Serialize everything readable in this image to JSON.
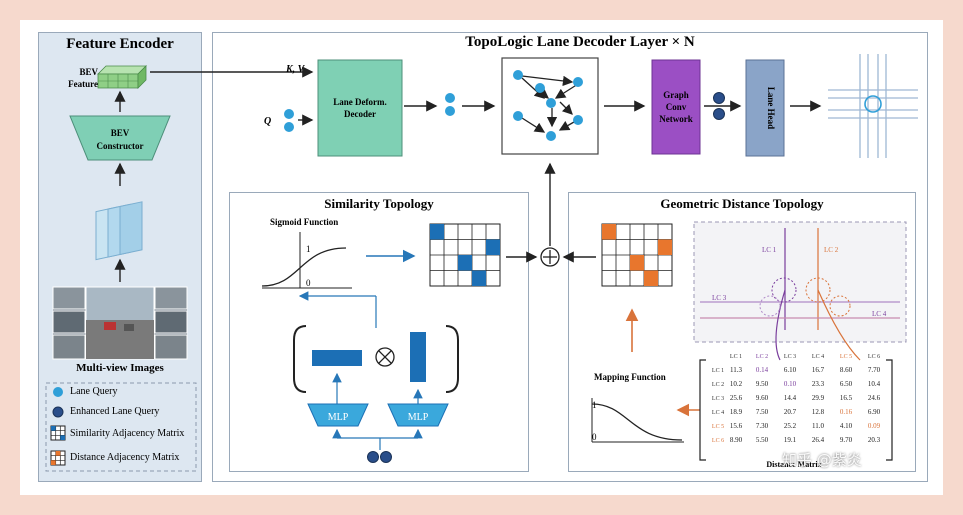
{
  "feature_encoder": {
    "title": "Feature Encoder",
    "bev_feature": "BEV\nFeature",
    "bev_constructor": "BEV\nConstructor",
    "multiview_label": "Multi-view Images"
  },
  "legend": {
    "lane_query": "Lane Query",
    "enhanced_lane_query": "Enhanced Lane Query",
    "similarity_matrix": "Similarity Adjacency Matrix",
    "distance_matrix": "Distance Adjacency Matrix"
  },
  "decoder": {
    "title": "TopoLogic Lane Decoder Layer × N",
    "kv_label": "K, V",
    "query_label": "Q",
    "lane_deform": "Lane Deform.\nDecoder",
    "graph_conv": "Graph\nConv\nNetwork",
    "lane_head": "Lane Head"
  },
  "similarity": {
    "title": "Similarity Topology",
    "sigmoid_label": "Sigmoid Function",
    "axis_one": "1",
    "axis_zero": "0",
    "mlp_left": "MLP",
    "mlp_right": "MLP"
  },
  "geometric": {
    "title": "Geometric Distance Topology",
    "mapping_label": "Mapping Function",
    "axis_one": "1",
    "axis_zero": "0",
    "matrix_caption": "Distance Matrix",
    "lane_labels": [
      "LC 1",
      "LC 2",
      "LC 3",
      "LC 4"
    ],
    "col_headers": [
      "LC 1",
      "LC 2",
      "LC 3",
      "LC 4",
      "LC 5",
      "LC 6"
    ],
    "row_headers": [
      "LC 1",
      "LC 2",
      "LC 3",
      "LC 4",
      "LC 5",
      "LC 6"
    ],
    "rows": [
      [
        "11.3",
        "0.14",
        "6.10",
        "16.7",
        "8.60",
        "7.70"
      ],
      [
        "10.2",
        "9.50",
        "0.10",
        "23.3",
        "6.50",
        "10.4"
      ],
      [
        "25.6",
        "9.60",
        "14.4",
        "29.9",
        "16.5",
        "24.6"
      ],
      [
        "18.9",
        "7.50",
        "20.7",
        "12.8",
        "0.16",
        "6.90"
      ],
      [
        "15.6",
        "7.30",
        "25.2",
        "11.0",
        "4.10",
        "0.09"
      ],
      [
        "8.90",
        "5.50",
        "19.1",
        "26.4",
        "9.70",
        "20.3"
      ]
    ]
  },
  "watermark": "知乎 @紫炎",
  "colors": {
    "lane_query": "#2f9fd8",
    "enhanced_query": "#2a4e8a",
    "similarity_cell": "#1c6fb5",
    "distance_cell": "#e8762d",
    "lane_deform_box": "#7fd0b4",
    "graph_conv_box": "#9b4fc4",
    "lane_head_box": "#8aa4c8",
    "panel_fill": "#dde7f1"
  }
}
